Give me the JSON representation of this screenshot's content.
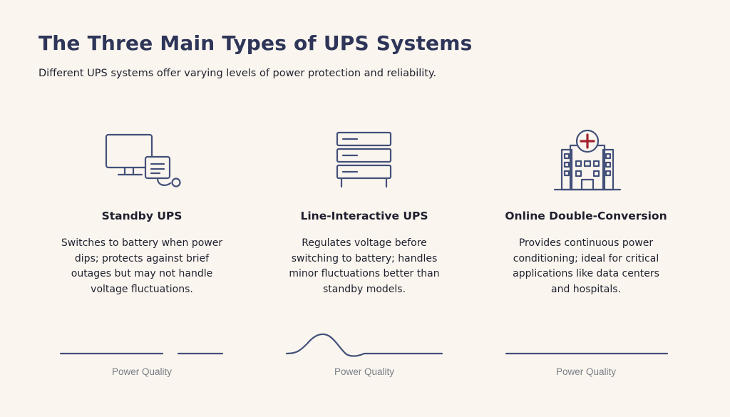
{
  "header": {
    "title": "The Three Main Types of UPS Systems",
    "subtitle": "Different UPS systems offer varying levels of power protection and reliability."
  },
  "colors": {
    "title": "#2e3558",
    "icon_stroke": "#43507a",
    "cross_accent": "#a3232f",
    "wave": "#43507a",
    "background": "#faf6ef"
  },
  "cards": [
    {
      "icon": "monitor-with-plug-icon",
      "title": "Standby UPS",
      "description": "Switches to battery when power dips; protects against brief outages but may not handle voltage fluctuations.",
      "quality_label": "Power Quality",
      "quality_wave": "interrupted-line"
    },
    {
      "icon": "server-rack-icon",
      "title": "Line-Interactive UPS",
      "description": "Regulates voltage before switching to battery; handles minor fluctuations better than standby models.",
      "quality_label": "Power Quality",
      "quality_wave": "line-with-bump"
    },
    {
      "icon": "hospital-building-icon",
      "title": "Online Double-Conversion",
      "description": "Provides continuous power conditioning; ideal for critical applications like data centers and hospitals.",
      "quality_label": "Power Quality",
      "quality_wave": "continuous-line"
    }
  ]
}
